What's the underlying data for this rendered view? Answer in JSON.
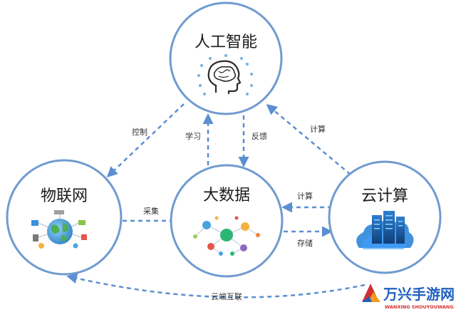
{
  "colors": {
    "circle_border": "#6f9bd0",
    "arrow": "#5b8fd1",
    "cloud_blue": "#1f7ed8",
    "watermark_red": "#d32f2f",
    "watermark_blue": "#1f5fbf",
    "watermark_orange": "#f29a1f"
  },
  "nodes": {
    "ai": {
      "title": "人工智能",
      "icon": "brain-head-icon"
    },
    "bigdata": {
      "title": "大数据",
      "icon": "data-network-icon"
    },
    "iot": {
      "title": "物联网",
      "icon": "globe-devices-icon"
    },
    "cloud": {
      "title": "云计算",
      "icon": "server-cloud-icon"
    }
  },
  "edges": [
    {
      "from": "ai",
      "to": "iot",
      "label": "控制"
    },
    {
      "from": "bigdata",
      "to": "ai",
      "label": "学习"
    },
    {
      "from": "ai",
      "to": "bigdata",
      "label": "反馈"
    },
    {
      "from": "cloud",
      "to": "ai",
      "label": "计算"
    },
    {
      "from": "iot",
      "to": "bigdata",
      "label": "采集"
    },
    {
      "from": "cloud",
      "to": "bigdata",
      "label": "计算"
    },
    {
      "from": "bigdata",
      "to": "cloud",
      "label": "存储"
    },
    {
      "from": "cloud",
      "to": "iot",
      "label": "云端互联"
    }
  ],
  "watermark": {
    "title": "万兴手游网",
    "subtitle": "WANXING SHOUYOUWANG"
  }
}
